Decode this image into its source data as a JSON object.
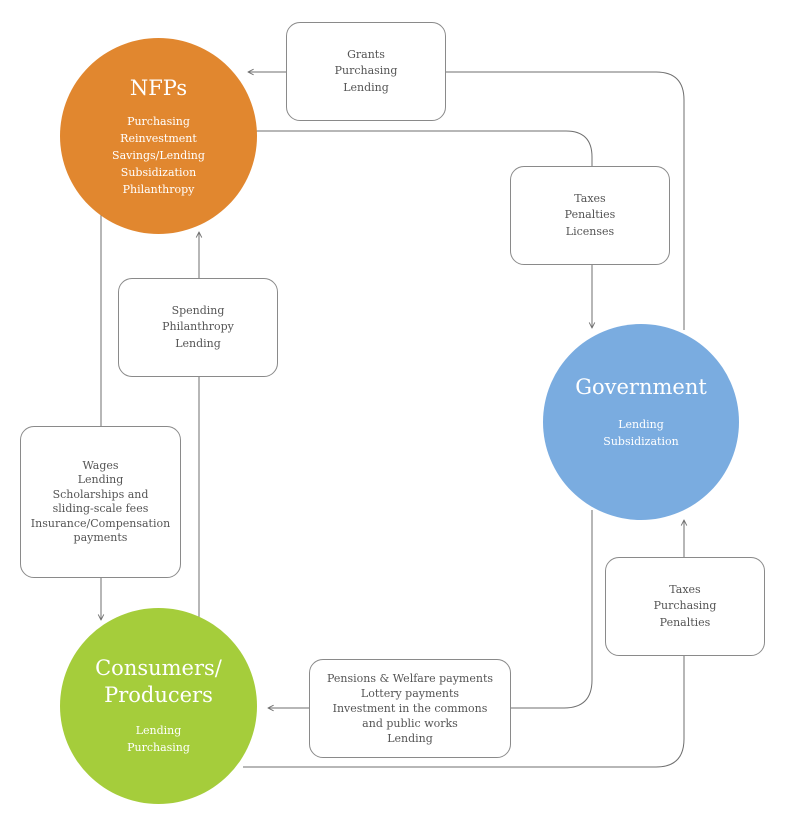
{
  "colors": {
    "nfp": "#e1872f",
    "government": "#7aace0",
    "consumers": "#a5cd3b",
    "connector": "#6f6f6f",
    "box_border": "#8a8a8a",
    "text": "#555555"
  },
  "nodes": {
    "nfp": {
      "title": [
        "NFPs"
      ],
      "items": [
        "Purchasing",
        "Reinvestment",
        "Savings/Lending",
        "Subsidization",
        "Philanthropy"
      ]
    },
    "government": {
      "title": [
        "Government"
      ],
      "items": [
        "Lending",
        "Subsidization"
      ]
    },
    "consumers": {
      "title": [
        "Consumers/",
        "Producers"
      ],
      "items": [
        "Lending",
        "Purchasing"
      ]
    }
  },
  "flows": {
    "gov_to_nfp": [
      "Grants",
      "Purchasing",
      "Lending"
    ],
    "nfp_to_gov": [
      "Taxes",
      "Penalties",
      "Licenses"
    ],
    "consumers_to_nfp": [
      "Spending",
      "Philanthropy",
      "Lending"
    ],
    "nfp_to_consumers": [
      "Wages",
      "Lending",
      "Scholarships and",
      "sliding-scale fees",
      "Insurance/Compensation",
      "payments"
    ],
    "consumers_to_gov": [
      "Taxes",
      "Purchasing",
      "Penalties"
    ],
    "gov_to_consumers": [
      "Pensions & Welfare payments",
      "Lottery payments",
      "Investment in the commons",
      "and public works",
      "Lending"
    ]
  }
}
